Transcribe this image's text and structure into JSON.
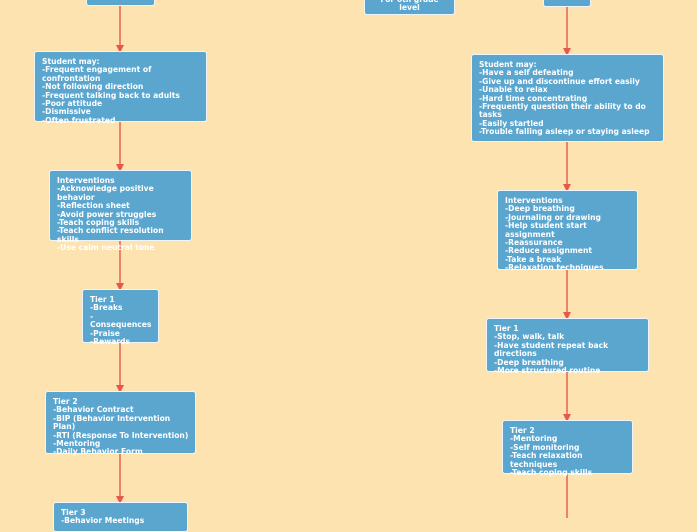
{
  "left_column": [
    {
      "id": "l1",
      "text": ""
    },
    {
      "id": "l2",
      "text": "Student may:\n-Frequent engagement of confrontation\n-Not following direction\n-Frequent talking back to adults\n-Poor attitude\n-Dismissive\n-Often frustrated"
    },
    {
      "id": "l3",
      "text": "Interventions\n-Acknowledge positive behavior\n-Reflection sheet\n-Avoid power struggles\n-Teach coping skills\n-Teach conflict resolution skills\n-Use calm neutral tone"
    },
    {
      "id": "l4",
      "text": "Tier 1\n-Breaks\n-Consequences\n-Praise\n-Rewards"
    },
    {
      "id": "l5",
      "text": "Tier 2\n-Behavior Contract\n-BIP (Behavior Intervention Plan)\n-RTI (Response To Intervention)\n-Mentoring\n-Daily Behavior Form"
    },
    {
      "id": "l6",
      "text": "Tier 3\n-Behavior Meetings"
    }
  ],
  "middle_node": {
    "text": "For 6th grade level"
  },
  "right_column": [
    {
      "id": "r1",
      "text": ""
    },
    {
      "id": "r2",
      "text": "Student may:\n-Have a self defeating\n-Give up and discontinue effort easily\n-Unable to relax\n-Hard time concentrating\n-Frequently question their ability to do tasks\n-Easily startled\n-Trouble falling asleep or staying asleep"
    },
    {
      "id": "r3",
      "text": "Interventions\n-Deep breathing\n-Journaling or drawing\n-Help student start assignment\n-Reassurance\n-Reduce assignment\n-Take a break\n-Relaxation techniques"
    },
    {
      "id": "r4",
      "text": "Tier 1\n-Stop, walk, talk\n-Have student repeat back directions\n-Deep breathing\n-More structured routine"
    },
    {
      "id": "r5",
      "text": "Tier 2\n-Mentoring\n-Self monitoring\n-Teach relaxation techniques\n-Teach coping skills"
    }
  ],
  "colors": {
    "background": "#fde3b0",
    "node_fill": "#5aa6cf",
    "node_border": "#eef5fa",
    "arrow": "#e8574c",
    "text": "#ffffff"
  }
}
